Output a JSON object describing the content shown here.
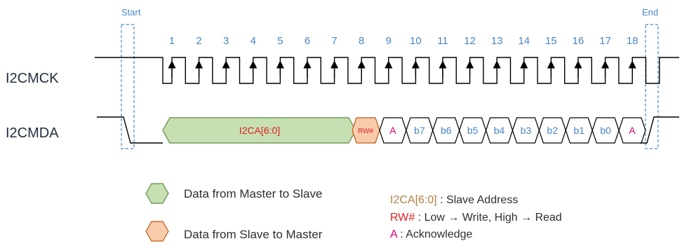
{
  "markers": {
    "start": "Start",
    "end": "End"
  },
  "signals": {
    "clock": "I2CMCK",
    "data": "I2CMDA"
  },
  "clock_numbers": [
    "1",
    "2",
    "3",
    "4",
    "5",
    "6",
    "7",
    "8",
    "9",
    "10",
    "11",
    "12",
    "13",
    "14",
    "15",
    "16",
    "17",
    "18"
  ],
  "data_segments": {
    "address": "I2CA[6:0]",
    "rw": "RW#",
    "ack1": "A",
    "bits": [
      "b7",
      "b6",
      "b5",
      "b4",
      "b3",
      "b2",
      "b1",
      "b0"
    ],
    "ack2": "A"
  },
  "legend": {
    "master_to_slave": "Data from  Master to Slave",
    "slave_to_master": "Data from Slave to Master"
  },
  "notes": {
    "addr_key": "I2CA[6:0]",
    "addr_desc": " : Slave Address",
    "rw_key": "RW#",
    "rw_desc": " : Low → Write, High → Read",
    "ack_key": "A",
    "ack_desc": " : Acknowledge"
  },
  "colors": {
    "master_fill": "#c6e0b4",
    "master_stroke": "#5e8a3e",
    "slave_fill": "#f8cbad",
    "slave_stroke": "#c55a11",
    "label_blue": "#4a86c5",
    "rw_red": "#e02020",
    "ack_magenta": "#e00070",
    "addr_orange": "#b08040"
  }
}
